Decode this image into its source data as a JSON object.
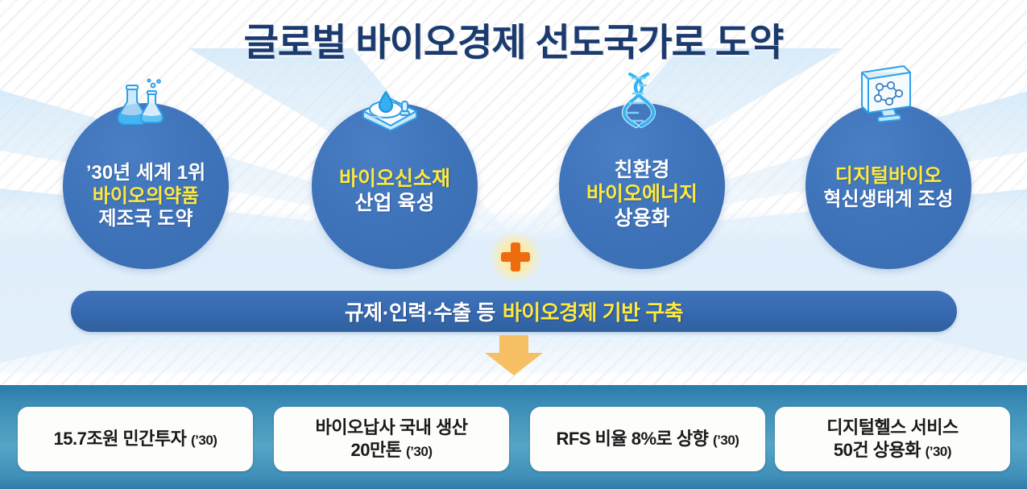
{
  "page": {
    "title": "글로벌 바이오경제 선도국가로 도약"
  },
  "pillars": [
    {
      "id": "pillar-1",
      "icon": "flask-icon",
      "lines": [
        {
          "text": "’30년 세계 1위",
          "highlight": false
        },
        {
          "text": "바이오의약품",
          "highlight": true
        },
        {
          "text": "제조국 도약",
          "highlight": false
        }
      ]
    },
    {
      "id": "pillar-2",
      "icon": "bioreactor-icon",
      "lines": [
        {
          "text": "바이오신소재",
          "highlight": true
        },
        {
          "text": "산업 육성",
          "highlight": false
        }
      ]
    },
    {
      "id": "pillar-3",
      "icon": "dna-helix-icon",
      "lines": [
        {
          "text": "친환경",
          "highlight": false
        },
        {
          "text": "바이오에너지",
          "highlight": true
        },
        {
          "text": "상용화",
          "highlight": false
        }
      ]
    },
    {
      "id": "pillar-4",
      "icon": "monitor-molecule-icon",
      "lines": [
        {
          "text": "디지털바이오",
          "highlight": true
        },
        {
          "text": "혁신생태계 조성",
          "highlight": false
        }
      ]
    }
  ],
  "connector": {
    "plus_symbol": "+",
    "arrow_symbol": "▼"
  },
  "banner": {
    "lead": "규제·인력·수출 등",
    "highlight": "바이오경제 기반 구축"
  },
  "goal_cards": [
    {
      "main": "15.7조원 민간투자",
      "year": "(’30)",
      "second": ""
    },
    {
      "main": "바이오납사 국내 생산",
      "year": "(’30)",
      "second": "20만톤"
    },
    {
      "main": "RFS 비율 8%로 상향",
      "year": "(’30)",
      "second": ""
    },
    {
      "main": "디지털헬스 서비스",
      "year": "(’30)",
      "second": "50건 상용화"
    }
  ],
  "colors": {
    "title_navy": "#1b3b6f",
    "circle_blue": "#3f74bb",
    "highlight_yellow": "#ffe93d",
    "plus_orange": "#ef6b10",
    "arrow_amber": "#f7bf63",
    "bottom_bar_teal": "#56a4c6",
    "card_white": "#fdfdfb"
  }
}
